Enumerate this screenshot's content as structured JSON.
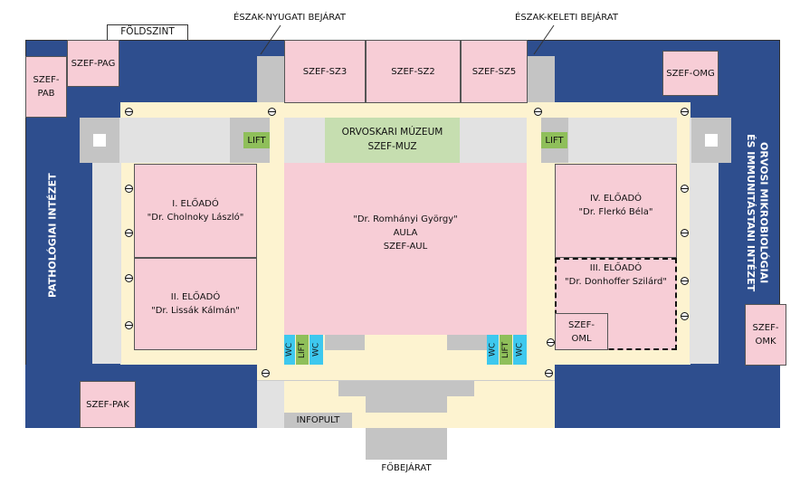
{
  "floor_label": "FÖLDSZINT",
  "entrances": {
    "northwest": "ÉSZAK-NYUGATI BEJÁRAT",
    "northeast": "ÉSZAK-KELETI BEJÁRAT",
    "main": "FŐBEJÁRAT"
  },
  "institutes": {
    "left": "PATHOLÓGIAI INTÉZET",
    "right": "ORVOSI MIKROBIOLÓGIAI\nÉS IMMUNITÁSTANI INTÉZET"
  },
  "rooms": {
    "szef_pab": "SZEF-\nPAB",
    "szef_pag": "SZEF-PAG",
    "szef_sz3": "SZEF-SZ3",
    "szef_sz2": "SZEF-SZ2",
    "szef_sz5": "SZEF-SZ5",
    "szef_omg": "SZEF-OMG",
    "museum": "ORVOSKARI MÚZEUM\nSZEF-MUZ",
    "lecture1": "I. ELŐADÓ\n\"Dr. Cholnoky László\"",
    "lecture2": "II. ELŐADÓ\n\"Dr. Lissák Kálmán\"",
    "lecture4": "IV. ELŐADÓ\n\"Dr. Flerkó Béla\"",
    "lecture3": "III. ELŐADÓ\n\"Dr. Donhoffer Szilárd\"",
    "szef_oml": "SZEF-\nOML",
    "szef_omk": "SZEF-\nOMK",
    "aula": "\"Dr. Romhányi György\"\nAULA\nSZEF-AUL",
    "szef_pak": "SZEF-PAK",
    "infopult": "INFOPULT"
  },
  "facilities": {
    "lift": "LIFT",
    "wc": "WC"
  }
}
